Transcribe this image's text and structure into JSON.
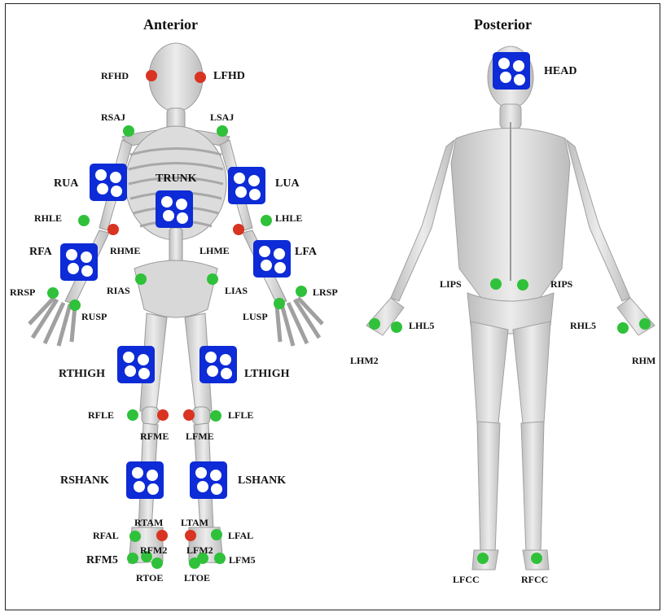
{
  "headings": {
    "anterior": "Anterior",
    "posterior": "Posterior"
  },
  "colors": {
    "cluster": "#0d2bd6",
    "marker_green": "#2fc13a",
    "marker_red": "#d93322",
    "bone": "#d9d9d9",
    "body": "#cfcfcf"
  },
  "clusters": {
    "head": "HEAD",
    "rua": "RUA",
    "lua": "LUA",
    "trunk": "TRUNK",
    "rfa": "RFA",
    "lfa": "LFA",
    "rthigh": "RTHIGH",
    "lthigh": "LTHIGH",
    "rshank": "RSHANK",
    "lshank": "LSHANK"
  },
  "markers": {
    "rfhd": "RFHD",
    "lfhd": "LFHD",
    "rsaj": "RSAJ",
    "lsaj": "LSAJ",
    "rhle": "RHLE",
    "lhle": "LHLE",
    "rhme": "RHME",
    "lhme": "LHME",
    "rias": "RIAS",
    "lias": "LIAS",
    "rrsp": "RRSP",
    "rusp": "RUSP",
    "lrsp": "LRSP",
    "lusp": "LUSP",
    "rfle": "RFLE",
    "lfle": "LFLE",
    "rfme": "RFME",
    "lfme": "LFME",
    "rtam": "RTAM",
    "ltam": "LTAM",
    "rfal": "RFAL",
    "lfal": "LFAL",
    "rfm5": "RFM5",
    "rfm2": "RFM2",
    "lfm2": "LFM2",
    "lfm5": "LFM5",
    "rtoe": "RTOE",
    "ltoe": "LTOE",
    "lips": "LIPS",
    "rips": "RIPS",
    "lhl5": "LHL5",
    "lhm2": "LHM2",
    "rhl5": "RHL5",
    "rhm": "RHM",
    "lfcc": "LFCC",
    "rfcc": "RFCC"
  }
}
